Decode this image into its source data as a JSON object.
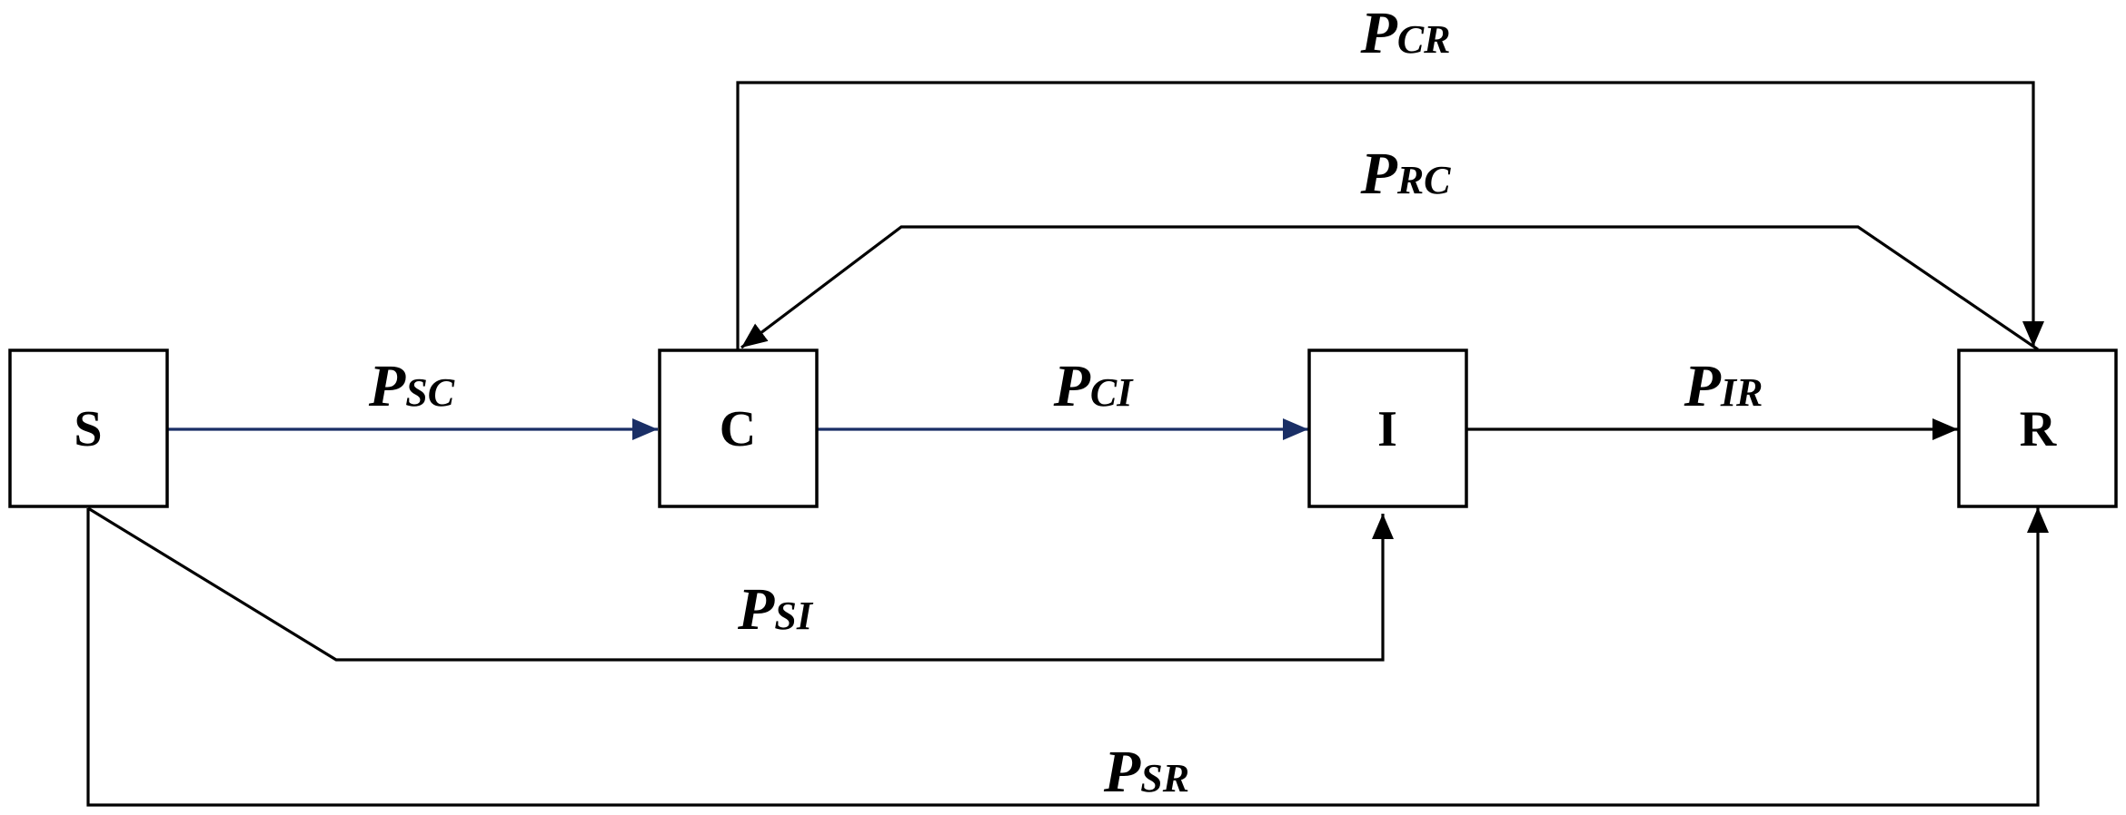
{
  "nodes": {
    "s": "S",
    "c": "C",
    "i": "I",
    "r": "R"
  },
  "edges": {
    "sc": {
      "main": "P",
      "sub": "SC"
    },
    "ci": {
      "main": "P",
      "sub": "CI"
    },
    "ir": {
      "main": "P",
      "sub": "IR"
    },
    "cr": {
      "main": "P",
      "sub": "CR"
    },
    "rc": {
      "main": "P",
      "sub": "RC"
    },
    "si": {
      "main": "P",
      "sub": "SI"
    },
    "sr": {
      "main": "P",
      "sub": "SR"
    }
  },
  "colors": {
    "blue_edge": "#1a2f66",
    "black_edge": "#000000"
  }
}
